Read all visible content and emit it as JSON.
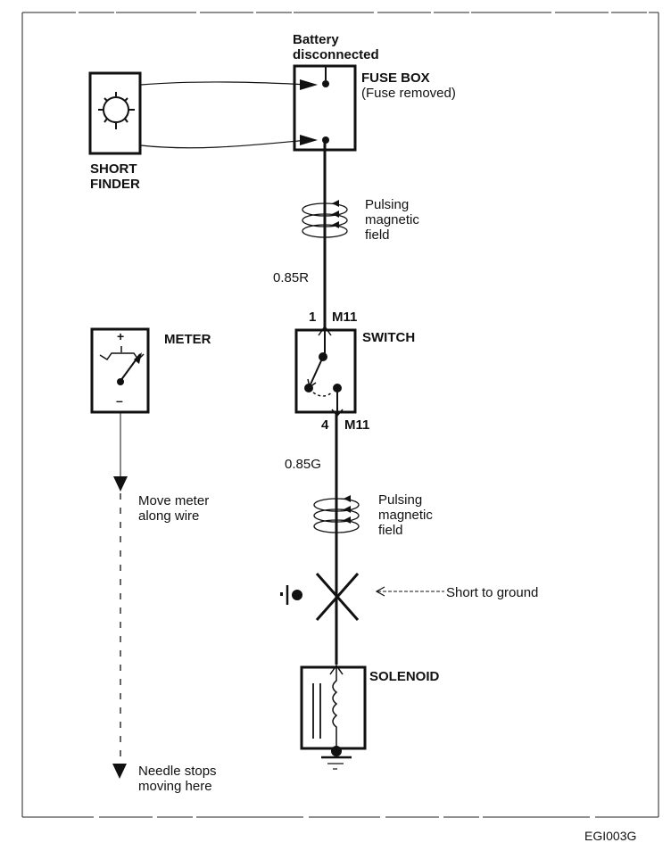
{
  "figure": {
    "id_code": "EGI003G",
    "battery_note": "Battery\ndisconnected",
    "components": {
      "short_finder": {
        "label": "SHORT\nFINDER",
        "icon": "lamp-icon"
      },
      "fuse_box": {
        "label": "FUSE BOX",
        "note": "(Fuse removed)"
      },
      "meter": {
        "label": "METER",
        "plus": "+",
        "minus": "–",
        "icon": "meter-needle-icon"
      },
      "switch": {
        "label": "SWITCH",
        "top_pin": "1",
        "top_connector": "M11",
        "bottom_pin": "4",
        "bottom_connector": "M11"
      },
      "solenoid": {
        "label": "SOLENOID"
      }
    },
    "wires": {
      "upper": {
        "spec": "0.85R"
      },
      "lower": {
        "spec": "0.85G"
      }
    },
    "fields": [
      {
        "label": "Pulsing\nmagnetic\nfield"
      },
      {
        "label": "Pulsing\nmagnetic\nfield"
      }
    ],
    "annotations": {
      "short_to_ground": "Short to ground",
      "move_meter": "Move meter\nalong wire",
      "needle_stops": "Needle stops\nmoving here"
    }
  }
}
